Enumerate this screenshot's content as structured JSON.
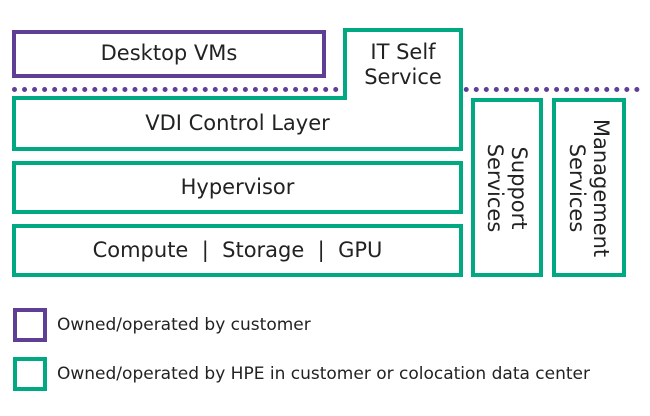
{
  "diagram": {
    "boxes": {
      "desktop_vms": "Desktop VMs",
      "it_self_service": "IT Self\nService",
      "vdi_control_layer": "VDI Control Layer",
      "hypervisor": "Hypervisor",
      "compute_storage_gpu": "Compute  |  Storage  |  GPU",
      "support_services": "Support\nServices",
      "management_services": "Management\nServices"
    },
    "legend": {
      "customer": "Owned/operated by customer",
      "hpe": "Owned/operated by HPE in customer or colocation data center"
    },
    "colors": {
      "customer": "#5F3E96",
      "hpe": "#01A982",
      "text": "#222222"
    }
  }
}
